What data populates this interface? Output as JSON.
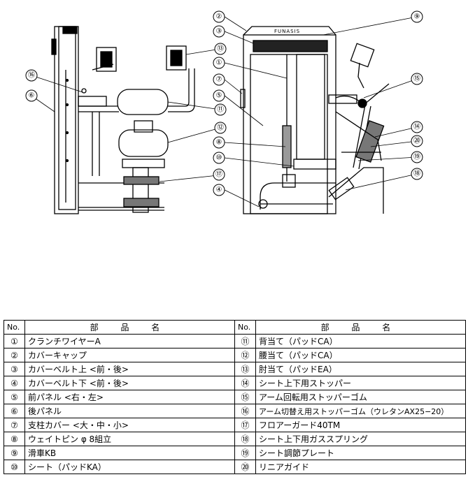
{
  "diagram": {
    "brand": "FUNASIS",
    "callouts": [
      "②",
      "③",
      "①",
      "⑦",
      "⑤",
      "⑧",
      "⑩",
      "⑰",
      "④",
      "⑨",
      "⑮",
      "⑭",
      "⑳",
      "⑲",
      "⑱",
      "⑯",
      "⑥",
      "⑬",
      "⑪",
      "⑫"
    ]
  },
  "table": {
    "headers": {
      "no": "No.",
      "name": "部 品 名"
    },
    "rows": [
      {
        "left_no": "①",
        "left_name": "クランチワイヤーA",
        "right_no": "⑪",
        "right_name": "背当て（パッドCA）"
      },
      {
        "left_no": "②",
        "left_name": "カバーキャップ",
        "right_no": "⑫",
        "right_name": "腰当て（パッドCA）"
      },
      {
        "left_no": "③",
        "left_name": "カバーベルト上 <前・後>",
        "right_no": "⑬",
        "right_name": "肘当て（パッドEA）"
      },
      {
        "left_no": "④",
        "left_name": "カバーベルト下 <前・後>",
        "right_no": "⑭",
        "right_name": "シート上下用ストッパー"
      },
      {
        "left_no": "⑤",
        "left_name": "前パネル <右・左>",
        "right_no": "⑮",
        "right_name": "アーム回転用ストッパーゴム"
      },
      {
        "left_no": "⑥",
        "left_name": "後パネル",
        "right_no": "⑯",
        "right_name": "アーム切替え用ストッパーゴム（ウレタンAX25−20）"
      },
      {
        "left_no": "⑦",
        "left_name": "支柱カバー <大・中・小>",
        "right_no": "⑰",
        "right_name": "フロアーガード40TM"
      },
      {
        "left_no": "⑧",
        "left_name": "ウェイトピン φ 8組立",
        "right_no": "⑱",
        "right_name": "シート上下用ガススプリング"
      },
      {
        "left_no": "⑨",
        "left_name": "滑車KB",
        "right_no": "⑲",
        "right_name": "シート調節プレート"
      },
      {
        "left_no": "⑩",
        "left_name": "シート（パッドKA）",
        "right_no": "⑳",
        "right_name": "リニアガイド"
      }
    ]
  }
}
